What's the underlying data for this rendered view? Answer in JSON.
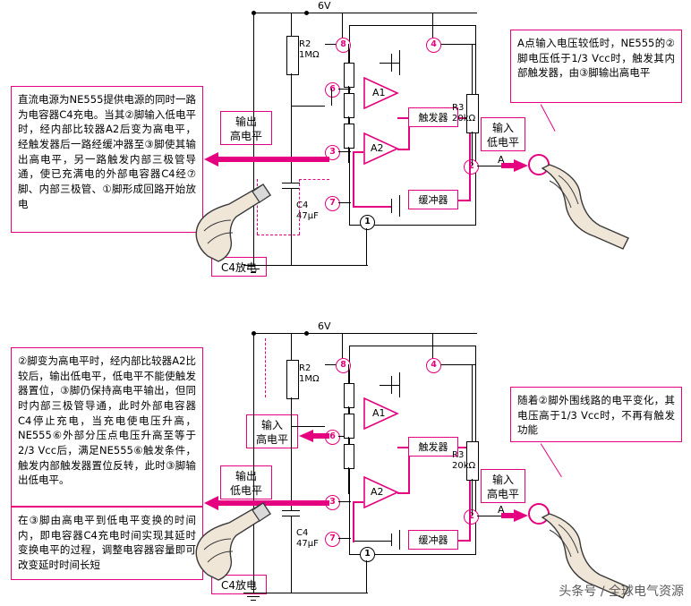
{
  "page": {
    "watermark": "头条号 / 全球电气资源"
  },
  "panels": [
    {
      "id": "top",
      "left_note": "直流电源为NE555提供电源的同时一路为电容器C4充电。当其②脚输入低电平时，经内部比较器A2后变为高电平，经触发器后一路经缓冲器至③脚使其输出高电平，另一路触发内部三极管导通，使已充满电的外部电容器C4经⑦脚、内部三极管、①脚形成回路开始放电",
      "right_note": "A点输入电压较低时，NE555的②脚电压低于1/3 Vcc时，触发其内部触发器，由③脚输出高电平",
      "labels": {
        "out_level": "输出\n高电平",
        "in_level": "输入\n低电平",
        "discharge": "C4放电"
      },
      "circuit": {
        "supply": "6V",
        "r2": "R2\n1MΩ",
        "r3": "R3\n20kΩ",
        "c4": "C4\n47μF",
        "point_a": "A",
        "pins": [
          "8",
          "4",
          "6",
          "3",
          "7",
          "2",
          "1"
        ],
        "blocks": {
          "trigger": "触发器",
          "buffer": "缓冲器",
          "a1": "A1",
          "a2": "A2"
        }
      }
    },
    {
      "id": "bottom",
      "left_note": "②脚变为高电平时，经内部比较器A2比较后，输出低电平，低电平不能使触发器置位，③脚仍保持高电平输出，但同时内部三极管导通，此时外部电容器C4停止充电，当充电使电压升高，NE555⑥外部分压点电压升高至等于2/3 Vcc后，满足NE555⑥触发条件，触发内部触发器置位反转，此时③脚输出低电平。",
      "left_note2": "在③脚由高电平到低电平变换的时间内，即电容器C4充电时间实现其延时变换电平的过程，调整电容器容量即可改变延时时间长短",
      "right_note": "随着②脚外围线路的电平变化，其电压高于1/3 Vcc时，不再有触发功能",
      "labels": {
        "in_level": "输入\n高电平",
        "out_level": "输出\n低电平",
        "in_level2": "输入\n高电平",
        "discharge": "C4放电"
      },
      "circuit": {
        "supply": "6V",
        "r2": "R2\n1MΩ",
        "r3": "R3\n20kΩ",
        "c4": "C4\n47μF",
        "point_a": "A",
        "pins": [
          "8",
          "4",
          "6",
          "3",
          "7",
          "2",
          "1"
        ],
        "blocks": {
          "trigger": "触发器",
          "buffer": "缓冲器",
          "a1": "A1",
          "a2": "A2"
        }
      }
    }
  ]
}
